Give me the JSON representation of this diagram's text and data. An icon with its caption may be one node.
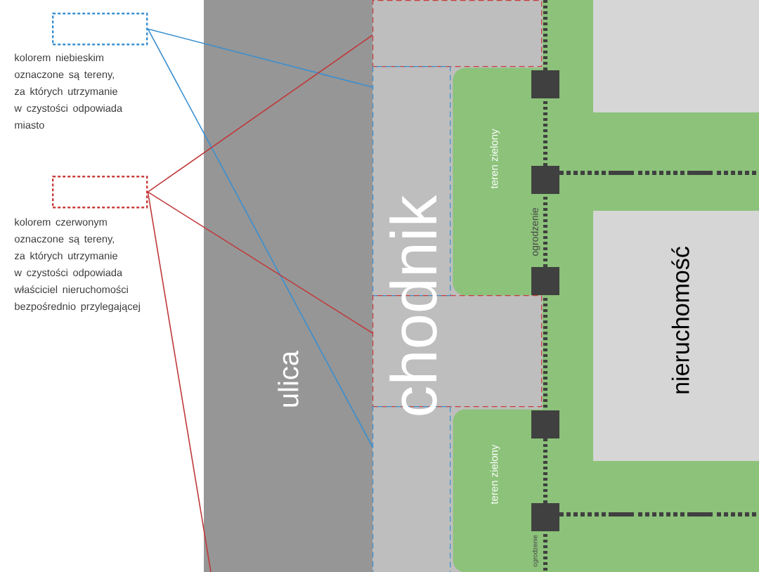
{
  "diagram": {
    "nodes": [
      {
        "text": [],
        "shape": "box",
        "beside": [
          "kolorem niebieskim oznaczone są tereny, za których utrzymanie w czystości odpowiada miasto"
        ]
      },
      {
        "text": [],
        "shape": "box",
        "beside": [
          "kolorem czerwonym oznaczone są tereny, za których utrzymanie w czystości odpowiada właściciel nieruchomości bezpośrednio przylegającej"
        ]
      },
      {
        "text": [],
        "shape": "box"
      },
      {
        "text": [],
        "shape": "box"
      },
      {
        "text": [
          "teren zielony"
        ]
      },
      {
        "text": [],
        "shape": "box"
      },
      {
        "text": [],
        "shape": "box"
      },
      {
        "text": [
          "teren zielony"
        ]
      }
    ],
    "edges": [
      {
        "from": 0,
        "to": 3,
        "arrow": "none",
        "color": "#3a8fd0"
      },
      {
        "from": 0,
        "to": 6,
        "arrow": "none",
        "color": "#3a8fd0"
      },
      {
        "from": 1,
        "to": 2,
        "arrow": "none",
        "color": "#c0393b"
      },
      {
        "from": 1,
        "to": 5,
        "arrow": "none",
        "color": "#c0393b"
      },
      {
        "from": 1,
        "to": null,
        "arrow": "none",
        "color": "#c0393b"
      }
    ],
    "labels": [
      "ulica",
      "chodnik",
      "ogrodzenie",
      "nieruchomość",
      "ogrodzenie"
    ]
  }
}
